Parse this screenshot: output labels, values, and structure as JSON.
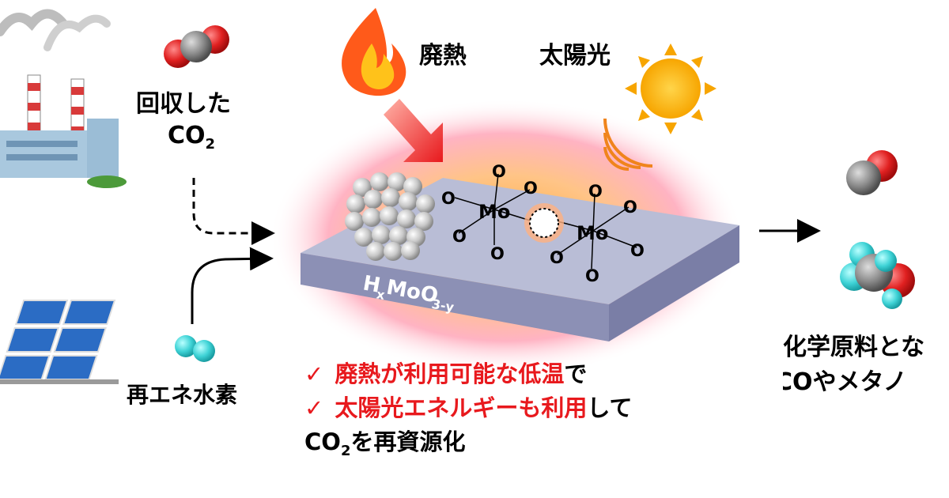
{
  "inputs": {
    "co2_label_line1": "回収した",
    "co2_label_co": "CO",
    "co2_label_sub": "2",
    "hydrogen_label": "再エネ水素"
  },
  "energy": {
    "waste_heat": "廃熱",
    "sunlight": "太陽光"
  },
  "catalyst": {
    "label_main_h": "H",
    "label_sub_x": "x",
    "label_main_moo": "MoO",
    "label_sub_3y": "3-y",
    "mo_atom": "Mo",
    "o_atom": "O"
  },
  "benefits": {
    "check_mark": "✓",
    "line1_red": "廃熱が利用可能な低温",
    "line1_black": "で",
    "line2_red": "太陽光エネルギーも利用",
    "line2_black": "して",
    "line3_co": "CO",
    "line3_sub": "2",
    "line3_rest": "を再資源化"
  },
  "products": {
    "line1": "化学原料とな",
    "line2": "COやメタノ"
  },
  "colors": {
    "accent_red": "#e8191d",
    "slab_top": "#b9bdd6",
    "slab_side": "#8c90b5",
    "glow_pink": "#ff9fb8",
    "glow_orange": "#ffc266",
    "solar_blue": "#2b6cc4",
    "hydrogen_cyan": "#3fd3d6",
    "oxygen_red": "#e02020",
    "carbon_gray": "#8a8a8a"
  }
}
